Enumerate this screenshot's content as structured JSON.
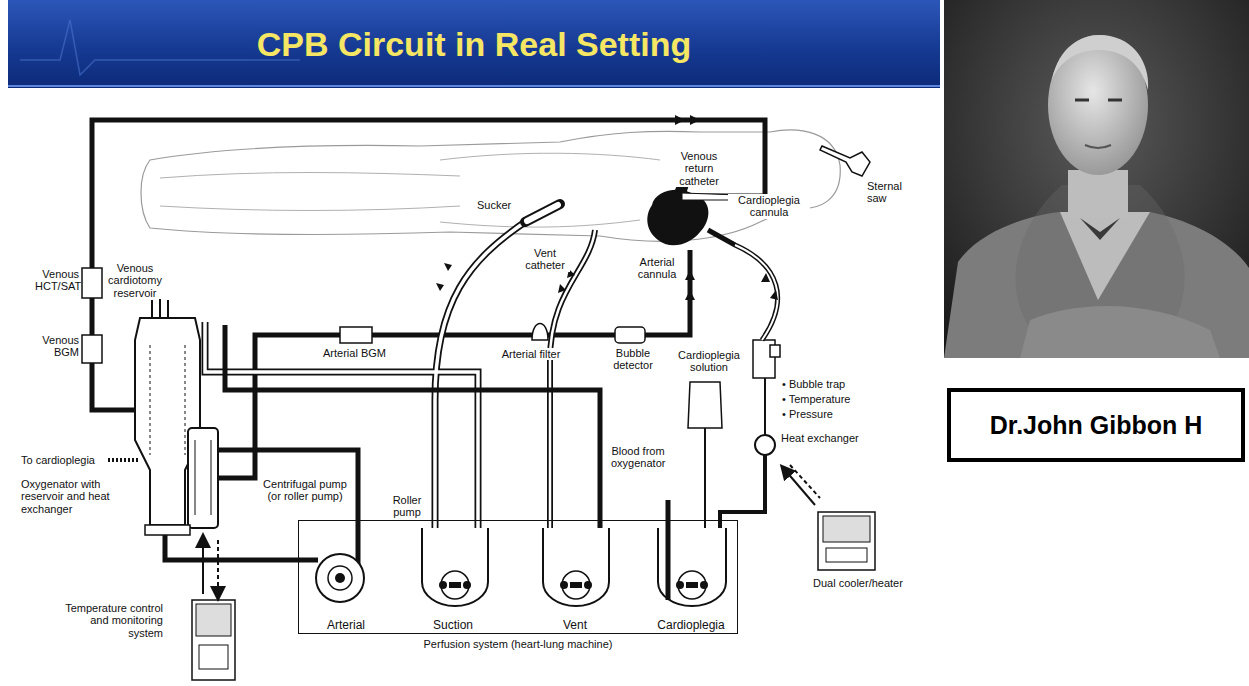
{
  "diagram": {
    "title": "CPB Circuit in Real Setting",
    "nodes": [
      {
        "text": [
          "Perfusion system (heart-lung machine)"
        ]
      },
      {
        "text": [
          "Arterial"
        ],
        "in": 0
      },
      {
        "text": [
          "Suction"
        ],
        "in": 0
      },
      {
        "text": [
          "Vent"
        ],
        "in": 0
      },
      {
        "text": [
          "Cardioplegia"
        ],
        "in": 0
      },
      {
        "text": [
          "Dr.John Gibbon H"
        ]
      }
    ],
    "labels": [
      "Venous return catheter",
      "Sternal saw",
      "Sucker",
      "Cardioplegia cannula",
      "Vent catheter",
      "Arterial cannula",
      "Venous HCT/SAT",
      "Venous cardiotomy reservoir",
      "Venous BGM",
      "Arterial BGM",
      "Arterial filter",
      "Bubble detector",
      "Cardioplegia solution",
      "• Bubble trap",
      "• Temperature",
      "• Pressure",
      "Heat exchanger",
      "To cardioplegia",
      "Oxygenator with reservoir and heat exchanger",
      "Centrifugal pump (or roller pump)",
      "Roller pump",
      "Blood from oxygenator",
      "Dual cooler/heater",
      "Temperature control and monitoring system"
    ]
  }
}
